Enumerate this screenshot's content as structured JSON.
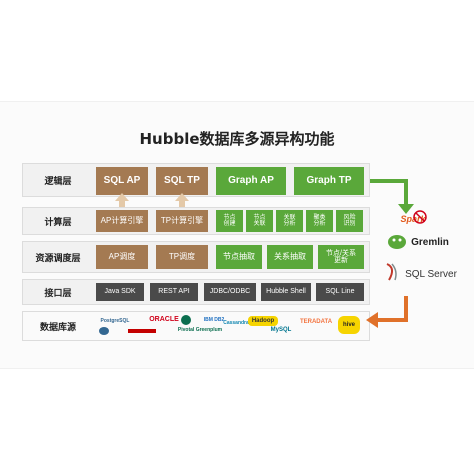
{
  "title": "Hubble数据库多源异构功能",
  "layers": {
    "logic": {
      "label": "逻辑层",
      "items": [
        "SQL AP",
        "SQL TP",
        "Graph AP",
        "Graph TP"
      ]
    },
    "compute": {
      "label": "计算层",
      "items": [
        "AP计算引擎",
        "TP计算引擎",
        "节点\n创建",
        "节点\n关联",
        "关联\n分析",
        "聚类\n分析",
        "风险\n识别"
      ]
    },
    "scheduling": {
      "label": "资源调度层",
      "items": [
        "AP调度",
        "TP调度",
        "节点抽取",
        "关系抽取",
        "节点/关系\n更新"
      ]
    },
    "interface": {
      "label": "接口层",
      "items": [
        "Java SDK",
        "REST API",
        "JDBC/ODBC",
        "Hubble Shell",
        "SQL Line"
      ]
    },
    "datasource": {
      "label": "数据库源",
      "logos": [
        "PostgreSQL",
        "ORACLE",
        "Pivotal Greenplum",
        "IBM DB2",
        "Cassandra",
        "TERADATA",
        "MySQL",
        "Hadoop",
        "hive"
      ]
    }
  },
  "right_logos": [
    "Spark",
    "Gremlin",
    "SQL Server"
  ],
  "colors": {
    "brown": "#a47a52",
    "green": "#5aa83a",
    "dark": "#4a4a4a",
    "connector": "#5aa83a",
    "return_arrow": "#e0712a"
  }
}
